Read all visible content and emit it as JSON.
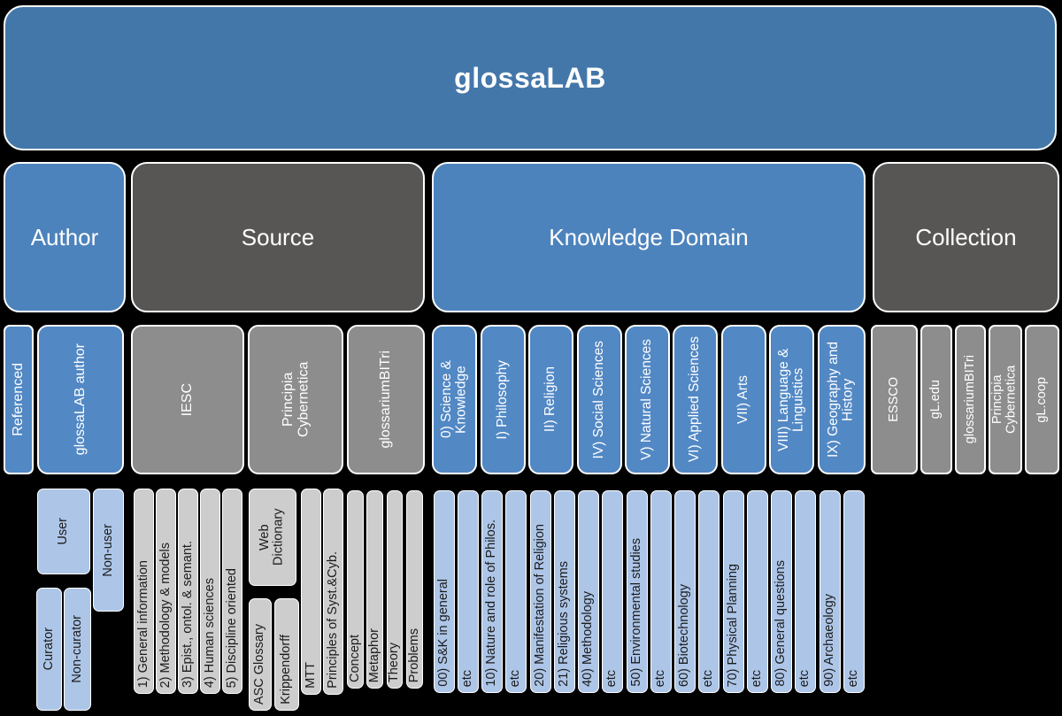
{
  "title": "glossaLAB",
  "tiers": {
    "author": {
      "label": "Author"
    },
    "source": {
      "label": "Source"
    },
    "knowledge_domain": {
      "label": "Knowledge Domain"
    },
    "collection": {
      "label": "Collection"
    }
  },
  "author": {
    "children": [
      "Referenced",
      "glossaLAB author"
    ],
    "user_types": [
      "User",
      "Non-user"
    ],
    "curator_types": [
      "Curator",
      "Non-curator"
    ]
  },
  "source": {
    "children": [
      "IESC",
      "Principia Cybernetica",
      "glossariumBITri"
    ],
    "iesc_sections": [
      "1) General information",
      "2) Methodology & models",
      "3) Epist., ontol. & semant.",
      "4) Human sciences",
      "5) Discipline oriented"
    ],
    "principia_sections": [
      "Web Dictionary",
      "MTT",
      "Principles of Syst.&Cyb."
    ],
    "web_dictionary_children": [
      "ASC Glossary",
      "Krippendorff"
    ],
    "bitri_sections": [
      "Concept",
      "Metaphor",
      "Theory",
      "Problems"
    ]
  },
  "knowledge_domain": {
    "children": [
      "0) Science & Knowledge",
      "I) Philosophy",
      "II) Religion",
      "IV) Social Sciences",
      "V) Natural Sciences",
      "VI) Applied Sciences",
      "VII) Arts",
      "VIII) Language & Linguistics",
      "IX) Geography and History"
    ],
    "subdivisions": [
      "00) S&K in general",
      "etc",
      "10) Nature and role of Philos.",
      "etc",
      "20) Manifestation of Religion",
      "21) Religious systems",
      "40) Methodology",
      "etc",
      "50) Environmental studies",
      "etc",
      "60) Biotechnology",
      "etc",
      "70) Physical Planning",
      "etc",
      "80) General questions",
      "etc",
      "90) Archaeology",
      "etc"
    ]
  },
  "collection": {
    "children": [
      "ESSCO",
      "gL.edu",
      "glossariumBITri",
      "Principia Cybernetica",
      "gL.coop"
    ]
  },
  "colors": {
    "title_blue": "#4377a9",
    "header_blue": "#4d83bc",
    "column_blue": "#5288c4",
    "light_blue": "#adc6e8",
    "dark_gray": "#585654",
    "mid_gray": "#8d8d8d",
    "light_gray": "#cdcdcd",
    "background": "#000000",
    "text_light": "#ffffff",
    "text_dark": "#1b1b1b"
  }
}
